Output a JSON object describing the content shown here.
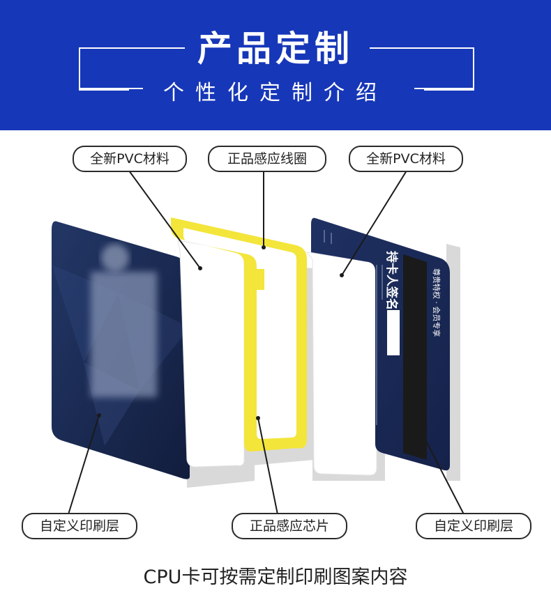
{
  "header": {
    "title": "产品定制",
    "subtitle": "个性化定制介绍"
  },
  "labels": {
    "top_left": "全新PVC材料",
    "top_center": "正品感应线圈",
    "top_right": "全新PVC材料",
    "bottom_left": "自定义印刷层",
    "bottom_center": "正品感应芯片",
    "bottom_right": "自定义印刷层"
  },
  "card_back": {
    "signature_label": "持卡人签名",
    "side_text": "尊贵特权 · 会员专享"
  },
  "caption": "CPU卡可按需定制印刷图案内容",
  "colors": {
    "banner": "#1637b8",
    "card_navy": "#1c2b52",
    "coil_yellow": "#f3e53a"
  }
}
